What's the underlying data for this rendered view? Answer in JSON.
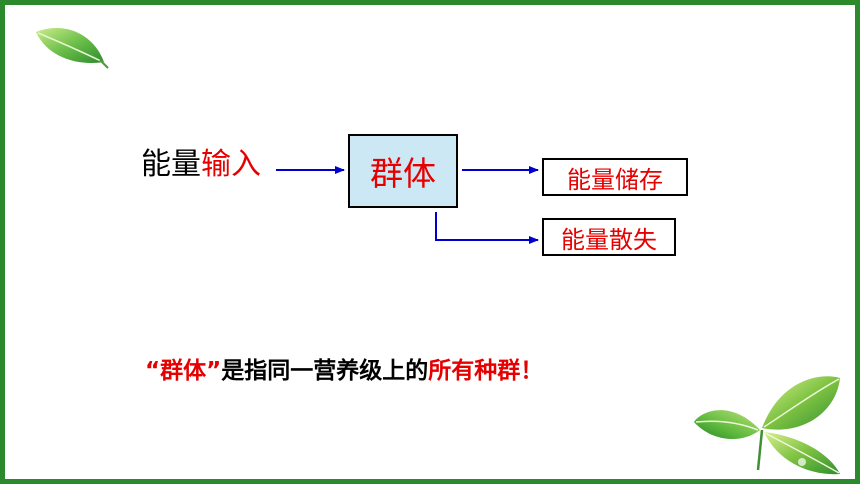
{
  "diagram": {
    "input_prefix": "能量",
    "input_suffix": "输入",
    "center_box": "群体",
    "output_store": "能量储存",
    "output_loss": "能量散失"
  },
  "note": {
    "quoted_term": "“群体”",
    "middle": "是指同一营养级上的",
    "emphasis": "所有种群！"
  },
  "colors": {
    "frame": "#2c8a2c",
    "box_fill": "#cce8f4",
    "highlight_text": "#e60000",
    "arrow": "#0000cc"
  },
  "icons": [
    "leaf-icon",
    "leaves-cluster-icon"
  ]
}
